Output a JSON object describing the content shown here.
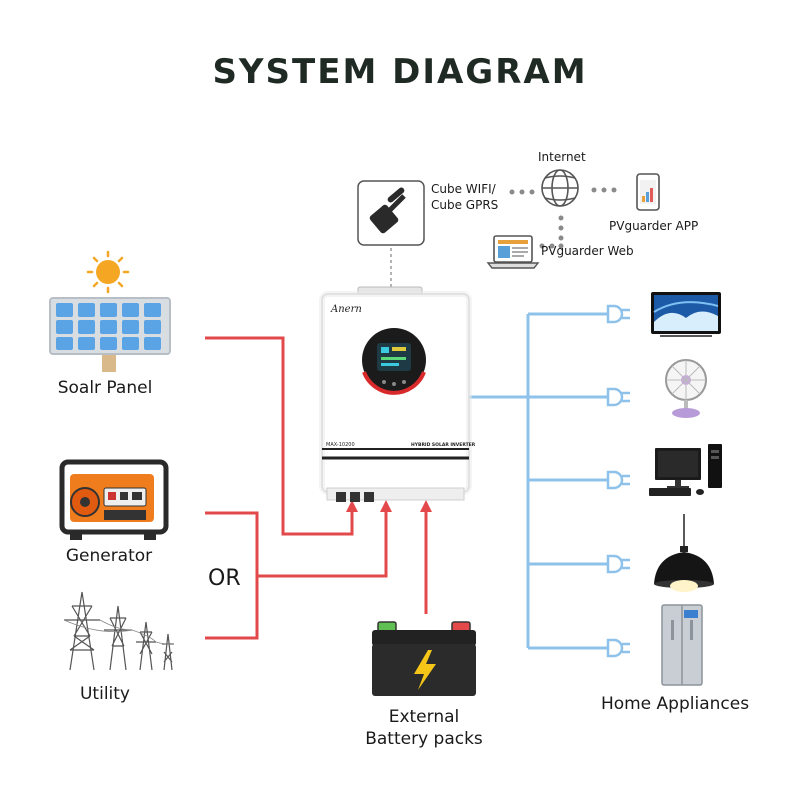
{
  "title": "SYSTEM DIAGRAM",
  "sources": {
    "solar": "Soalr Panel",
    "generator": "Generator",
    "or": "OR",
    "utility": "Utility"
  },
  "battery": {
    "line1": "External",
    "line2": "Battery packs"
  },
  "communication": {
    "module_line1": "Cube WIFI/",
    "module_line2": "Cube  GPRS",
    "internet": "Internet",
    "app": "PVguarder APP",
    "web": "PVguarder Web"
  },
  "inverter": {
    "brand": "Anern",
    "model": "MAX-10200",
    "type": "HYBRID SOLAR INVERTER"
  },
  "loads": {
    "label": "Home Appliances",
    "items": [
      "tv-icon",
      "fan-icon",
      "desktop-computer-icon",
      "pendant-lamp-icon",
      "refrigerator-icon"
    ]
  },
  "colors": {
    "input_line": "#e3494b",
    "output_line": "#8ec2ea",
    "accent": "#1f2a24"
  }
}
